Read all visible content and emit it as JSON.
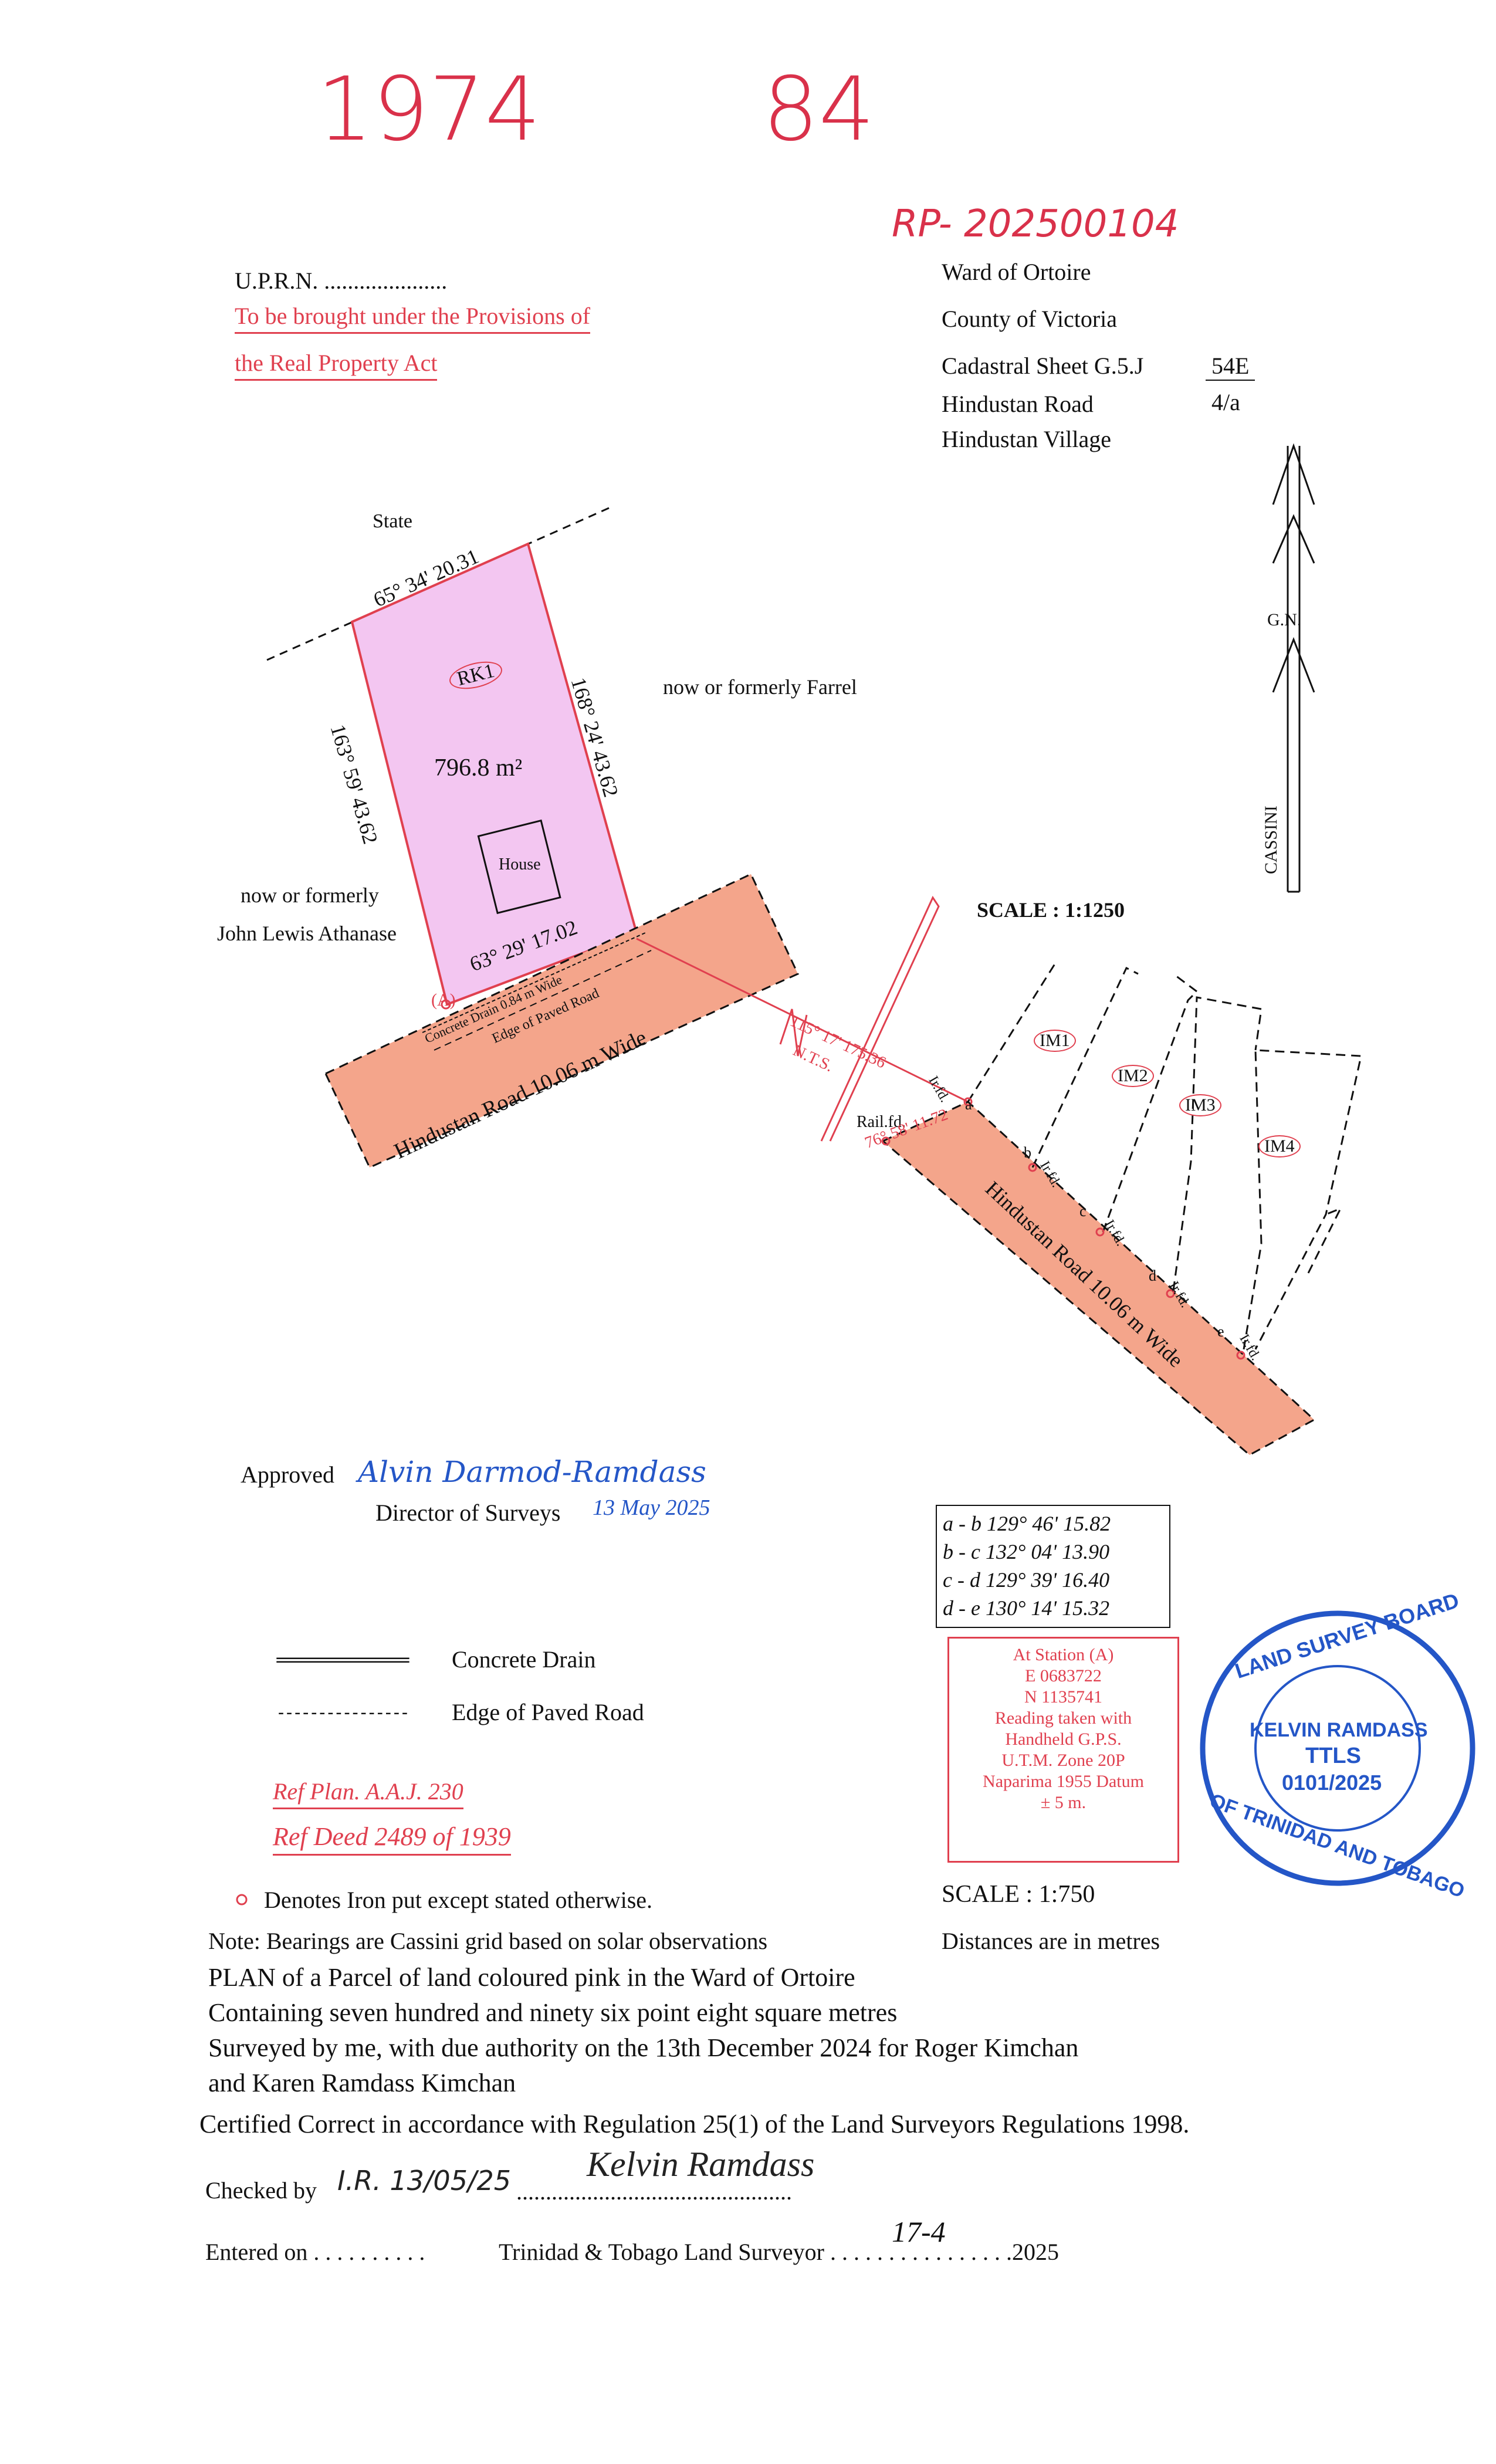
{
  "file_numbers": {
    "left": "1974",
    "right": "84"
  },
  "rp_number": "RP- 202500104",
  "header_left": {
    "uprn": "U.P.R.N. .....................",
    "provision_1": "To be brought under the Provisions of",
    "provision_2": "the Real Property Act"
  },
  "header_right": {
    "ward": "Ward of Ortoire",
    "county": "County of Victoria",
    "cadastral_label": "Cadastral Sheet  G.5.J",
    "cadastral_num": "54E",
    "road": "Hindustan Road",
    "road_num": "4/a",
    "village": "Hindustan Village"
  },
  "north_arrow": {
    "gn": "G.N.",
    "cassini": "CASSINI"
  },
  "main_plan": {
    "state": "State",
    "top_bearing": "65° 34' 20.31",
    "left_bearing": "163° 59' 43.62",
    "right_bearing": "168° 24' 43.62",
    "bottom_bearing": "63° 29' 17.02",
    "lot": "RK1",
    "area": "796.8 m²",
    "house": "House",
    "east_owner": "now or formerly Farrel",
    "west_owner_1": "now or formerly",
    "west_owner_2": "John Lewis Athanase",
    "station": "(A)",
    "drain_note": "Concrete Drain 0.84 m Wide",
    "paved_note": "Edge of Paved Road",
    "road": "Hindustan  Road  10.06 m Wide"
  },
  "tie_line": {
    "bearing": "115° 17' 175.36",
    "nts": "N.T.S."
  },
  "key_plan": {
    "scale": "SCALE : 1:1250",
    "lots": [
      "IM1",
      "IM2",
      "IM3",
      "IM4"
    ],
    "rail": "Rail.fd.",
    "rail_bearing": "76° 58' 11.72",
    "points": [
      "a",
      "b",
      "c",
      "d",
      "e"
    ],
    "iron_found": "Ir.fd.",
    "road": "Hindustan  Road  10.06 m Wide"
  },
  "approval": {
    "approved": "Approved",
    "signature": "Alvin Darmod-Ramdass",
    "director": "Director of Surveys",
    "date": "13 May 2025"
  },
  "bearings_table": [
    "a - b  129°  46'  15.82",
    "b - c  132°  04'  13.90",
    "c - d  129°  39'  16.40",
    "d - e  130°  14'  15.32"
  ],
  "legend": {
    "drain_line": "================",
    "drain": "Concrete Drain",
    "paved_line": "----------------",
    "paved": "Edge of Paved Road"
  },
  "gps": {
    "title": "At Station (A)",
    "e": "E 0683722",
    "n": "N 1135741",
    "r1": "Reading taken with",
    "r2": "Handheld G.P.S.",
    "r3": "U.T.M. Zone 20P",
    "r4": "Naparima 1955 Datum",
    "r5": "± 5 m."
  },
  "stamp": {
    "ring_top": "LAND SURVEY BOARD",
    "ring_bottom": "OF TRINIDAD AND TOBAGO",
    "name": "KELVIN RAMDASS",
    "org": "TTLS",
    "num": "0101/2025"
  },
  "refs": {
    "plan": "Ref Plan. A.A.J. 230",
    "deed": "Ref Deed  2489 of 1939"
  },
  "iron_note": "Denotes Iron put except stated otherwise.",
  "scale_main": "SCALE : 1:750",
  "note": "Note: Bearings are Cassini grid based on solar observations",
  "distances": "Distances are in metres",
  "plan_text": [
    "PLAN of a Parcel of land coloured pink in the Ward of Ortoire",
    "Containing seven hundred and ninety six point eight square metres",
    "Surveyed by me, with due authority on the 13th December 2024 for Roger Kimchan",
    "and Karen Ramdass Kimchan"
  ],
  "certified": "Certified Correct in accordance with Regulation 25(1) of the Land Surveyors Regulations 1998.",
  "checked": {
    "label": "Checked by",
    "initials": "I.R.  13/05/25",
    "dots": "...............................................",
    "signature": "Kelvin Ramdass"
  },
  "entered": {
    "label": "Entered on . . . . . . . . . .",
    "surveyor": "Trinidad & Tobago  Land Surveyor . . . . . . . . . . . . . . . .2025",
    "hand": "17-4"
  },
  "colors": {
    "pink": "#f3c6f1",
    "road": "#f4a58b",
    "red": "#e0404f",
    "blue": "#2456c7"
  }
}
